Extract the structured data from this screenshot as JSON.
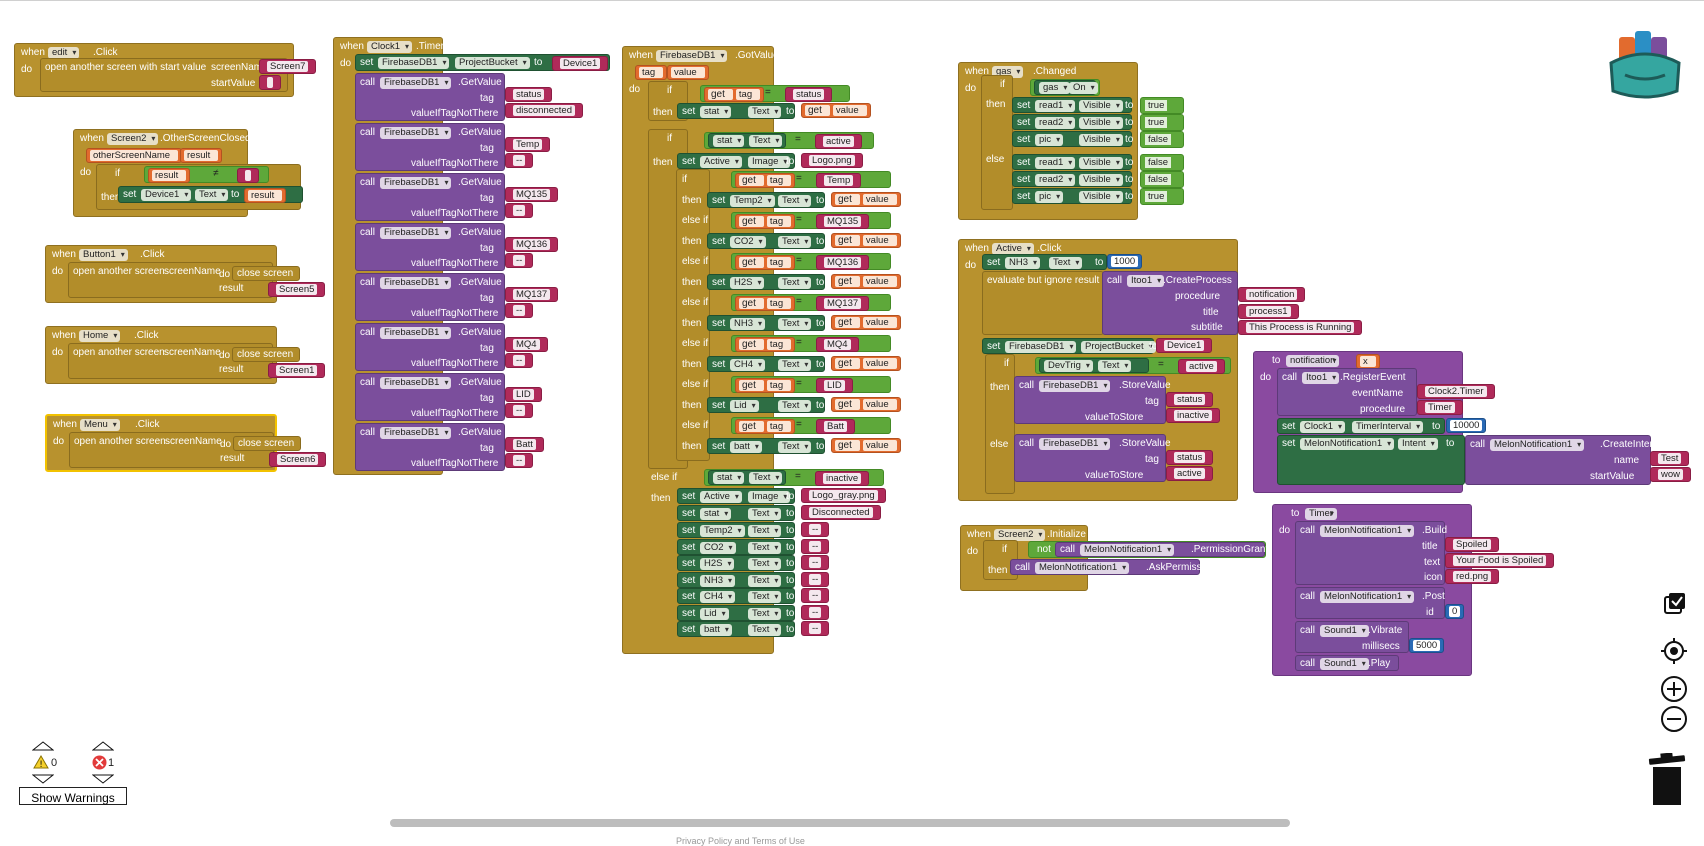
{
  "b": {
    "when": "when",
    "do": "do",
    "call": "call",
    "set": "set",
    "to": "to",
    "tag": "tag",
    "value": "value",
    "if": "if",
    "then": "then",
    "else": "else",
    "elseif": "else if",
    "get": "get",
    "eq": "=",
    "neq": "≠",
    "not": "not",
    "id": "id",
    "name": "name",
    "result": "result",
    "title": "title",
    "text": "text",
    "icon": "icon",
    "millisecs": "millisecs",
    "procedure": "procedure",
    "subtitle": "subtitle",
    "eventName": "eventName",
    "startValue": "startValue",
    "screenName": "screenName",
    "dash": "--",
    "empty": " ",
    "valueIfTagNotThere": "valueIfTagNotThere",
    "valueToStore": "valueToStore",
    "openWithStart": "open another screen with start value",
    "openScreen": "open another screen",
    "closeScreen": "close screen",
    "evalIgnore": "evaluate but ignore result",
    "click": ".Click",
    "timer": ".Timer",
    "gotValue": ".GotValue",
    "changed": ".Changed",
    "otherClosed": ".OtherScreenClosed",
    "initialize": ".Initialize",
    "getValue": ".GetValue",
    "storeValue": ".StoreValue",
    "projectBucket": "ProjectBucket",
    "image": "Image",
    "textProp": "Text",
    "visible": "Visible",
    "timerInterval": "TimerInterval",
    "intent": "Intent",
    "createProcess": ".CreateProcess",
    "registerEvent": ".RegisterEvent",
    "createIntent": ".CreateIntent",
    "permGranted": ".PermissionGranted",
    "askPerm": ".AskPermission",
    "build": ".Build",
    "post": ".Post",
    "vibrate": ".Vibrate",
    "play": ".Play"
  },
  "comp": {
    "edit": "edit",
    "screen7": "Screen7",
    "screen2": "Screen2",
    "otherScreenName": "otherScreenName",
    "device1": "Device1",
    "button1": "Button1",
    "screen5": "Screen5",
    "home": "Home",
    "screen1": "Screen1",
    "menu": "Menu",
    "screen6": "Screen6",
    "clock1": "Clock1",
    "firebase": "FirebaseDB1",
    "active": "Active",
    "stat": "stat",
    "temp2": "Temp2",
    "co2": "CO2",
    "h2s": "H2S",
    "nh3": "NH3",
    "ch4": "CH4",
    "lid": "Lid",
    "batt": "batt",
    "gas": "gas",
    "on": "On",
    "read1": "read1",
    "read2": "read2",
    "pic": "pic",
    "itoo": "Itoo1",
    "devtrig": "DevTrig",
    "melon": "MelonNotification1",
    "clock2": "Clock2.Timer",
    "timerStr": "Timer",
    "sound": "Sound1",
    "notification": "notification",
    "process1": "process1",
    "x": "x"
  },
  "str": {
    "status": "status",
    "disconnected": "disconnected",
    "temp": "Temp",
    "mq135": "MQ135",
    "mq136": "MQ136",
    "mq137": "MQ137",
    "mq4": "MQ4",
    "lid": "LID",
    "batt": "Batt",
    "active": "active",
    "inactive": "inactive",
    "logo": "Logo.png",
    "logoGray": "Logo_gray.png",
    "Disconnected": "Disconnected",
    "true": "true",
    "false": "false",
    "running": "This Process is Running",
    "test": "Test",
    "wow": "wow",
    "spoiled": "Spoiled",
    "foodSpoiled": "Your Food is Spoiled",
    "redpng": "red.png",
    "device1": "Device1"
  },
  "nums": {
    "n1000": "1000",
    "n10000": "10000",
    "n0": "0",
    "n5000": "5000"
  },
  "warnings": {
    "warn_count": "0",
    "error_count": "1",
    "show_label": "Show Warnings"
  },
  "footer": "Privacy Policy and Terms of Use",
  "colors": {
    "event": "#b8922e",
    "procedure": "#7b4e9c",
    "setter": "#2e6e44",
    "text": "#b02a5a",
    "math": "#2a6ab5",
    "logic": "#5ea83a",
    "variable": "#e26b2e"
  }
}
